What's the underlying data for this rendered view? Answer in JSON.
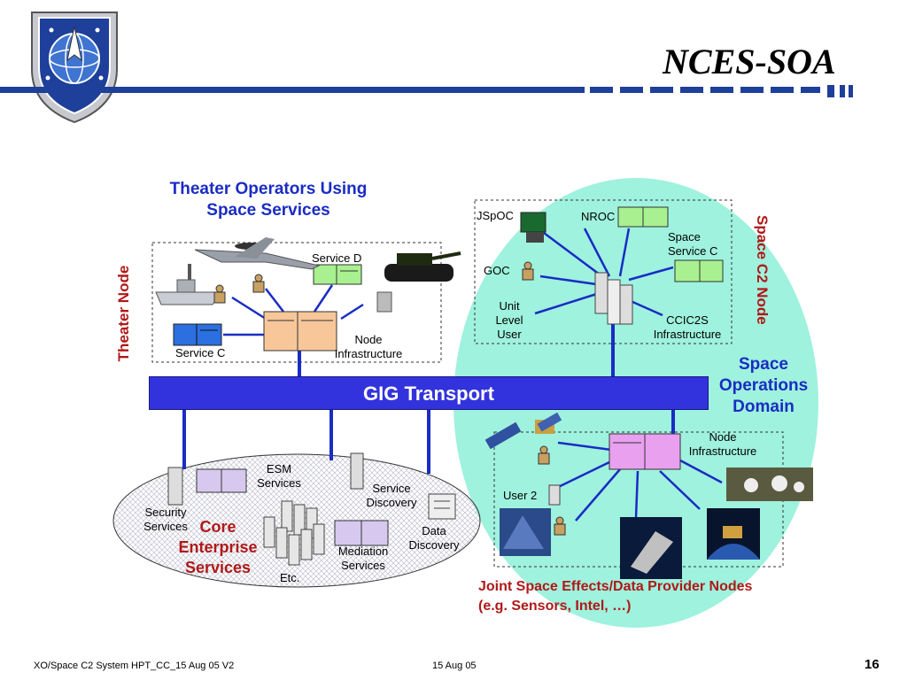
{
  "title": "NCES-SOA",
  "theater_heading": {
    "line1": "Theater Operators Using",
    "line2": "Space Services"
  },
  "theater_node_label": "Theater Node",
  "space_c2_node_label": "Space C2 Node",
  "space_ops_domain": {
    "line1": "Space",
    "line2": "Operations",
    "line3": "Domain"
  },
  "gig_transport": "GIG Transport",
  "theater": {
    "service_d": "Service D",
    "service_c": "Service C",
    "node_infra": {
      "line1": "Node",
      "line2": "Infrastructure"
    }
  },
  "c2": {
    "jspoc": "JSpOC",
    "nroc": "NROC",
    "goc": "GOC",
    "space_service_c": {
      "line1": "Space",
      "line2": "Service C"
    },
    "unit_level_user": {
      "line1": "Unit",
      "line2": "Level",
      "line3": "User"
    },
    "ccic2s": {
      "line1": "CCIC2S",
      "line2": "Infrastructure"
    }
  },
  "core": {
    "esm": {
      "line1": "ESM",
      "line2": "Services"
    },
    "service_discovery": {
      "line1": "Service",
      "line2": "Discovery"
    },
    "security": {
      "line1": "Security",
      "line2": "Services"
    },
    "heading": {
      "line1": "Core",
      "line2": "Enterprise",
      "line3": "Services"
    },
    "data_discovery": {
      "line1": "Data",
      "line2": "Discovery"
    },
    "mediation": {
      "line1": "Mediation",
      "line2": "Services"
    },
    "etc": "Etc."
  },
  "provider": {
    "node_infra": {
      "line1": "Node",
      "line2": "Infrastructure"
    },
    "user2": "User 2",
    "heading": {
      "line1": "Joint Space Effects/Data Provider Nodes",
      "line2": "(e.g. Sensors, Intel, …)"
    }
  },
  "footer": {
    "left": "XO/Space C2 System HPT_CC_15 Aug 05 V2",
    "center": "15 Aug 05",
    "page": "16"
  },
  "colors": {
    "accent_blue": "#1a2cc4",
    "accent_red": "#b01818",
    "domain_fill": "#99f0dd",
    "gig_fill": "#3333dd"
  }
}
